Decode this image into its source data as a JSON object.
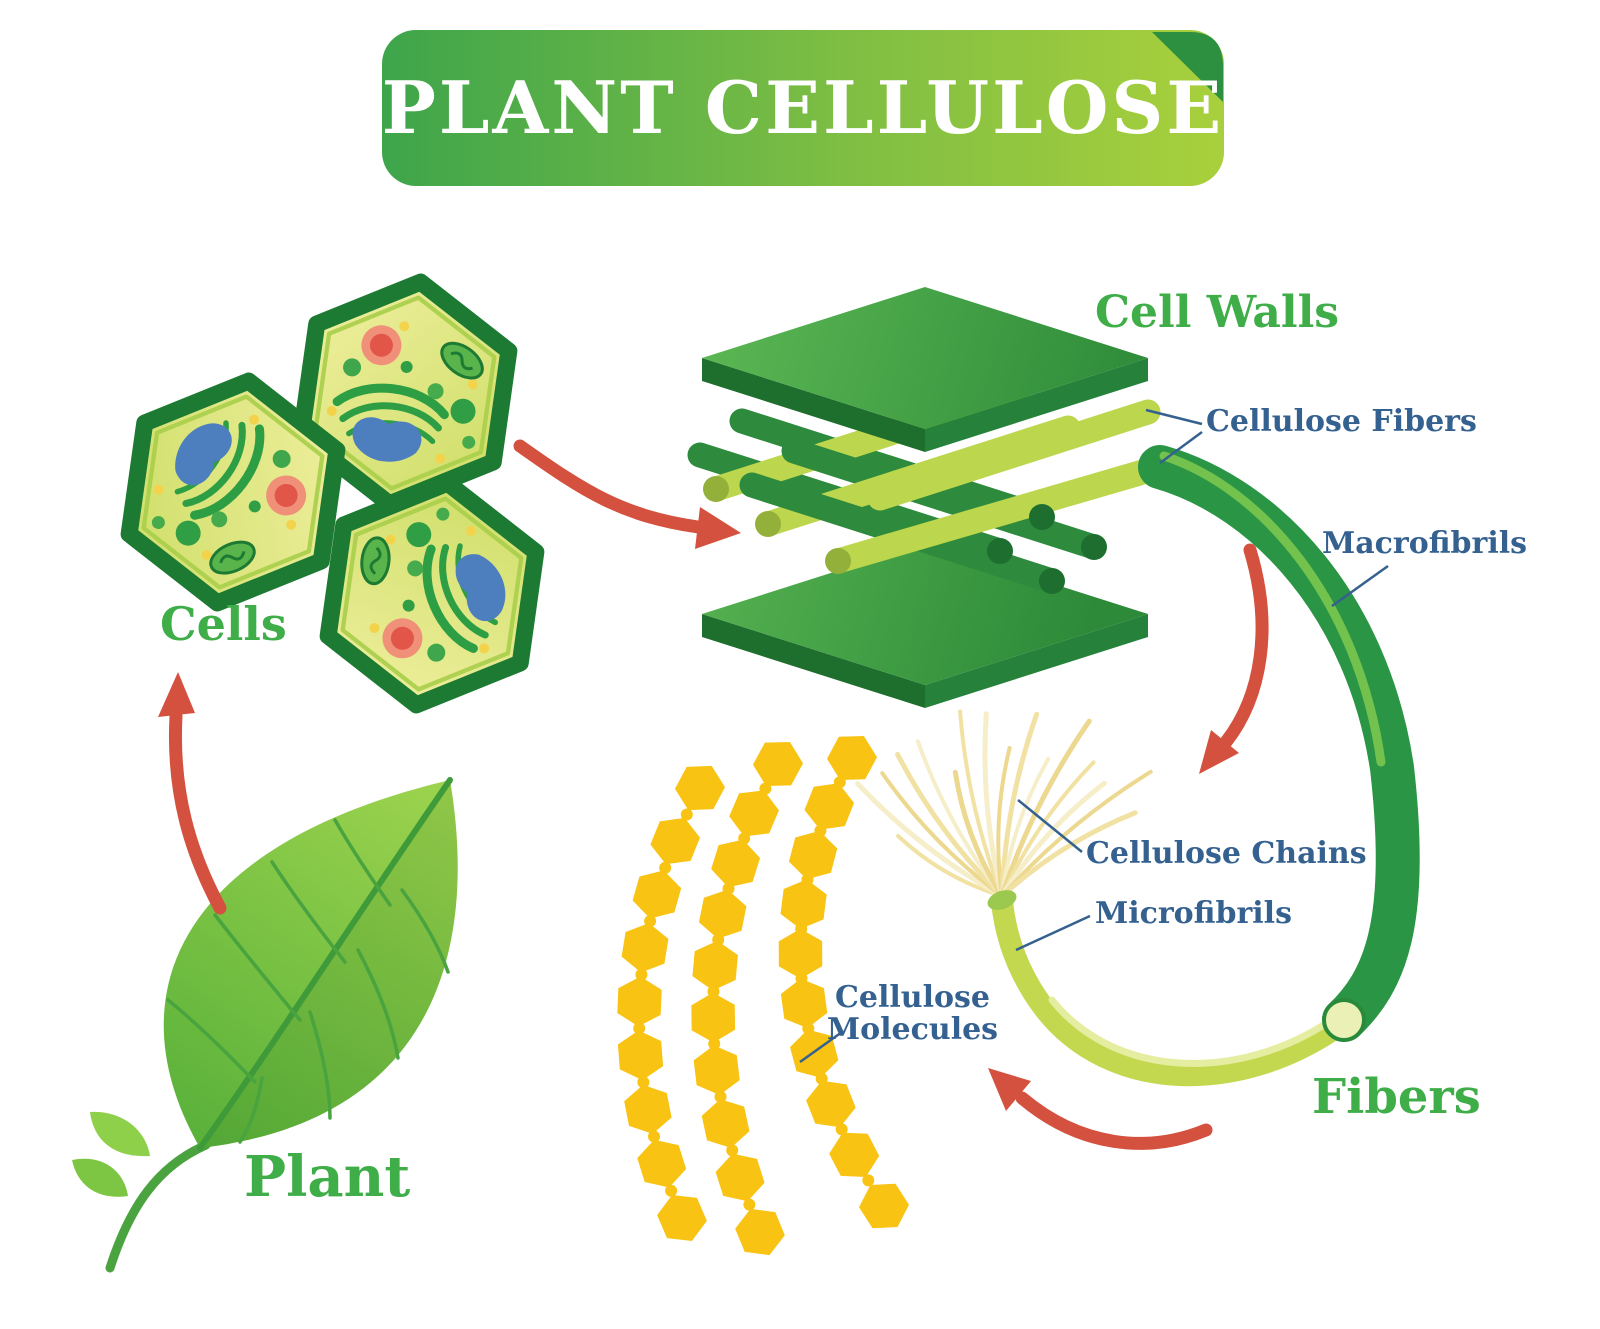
{
  "title": "PLANT CELLULOSE",
  "section_labels": {
    "cells": "Cells",
    "cell_walls": "Cell Walls",
    "fibers": "Fibers",
    "plant": "Plant"
  },
  "annotations": {
    "cellulose_fibers": "Cellulose Fibers",
    "macrofibrils": "Macrofibrils",
    "cellulose_chains": "Cellulose Chains",
    "microfibrils": "Microfibrils",
    "cellulose_molecules": "Cellulose\nMolecules"
  },
  "colors": {
    "banner_gradient_start": "#3ea54b",
    "banner_gradient_end": "#a9d03c",
    "heading_green": "#3fae49",
    "annotation_blue": "#34618f",
    "arrow_red": "#d5513f",
    "molecule_yellow": "#f8c313",
    "fiber_green": "#2a9545",
    "cell_border_green": "#1c7a33",
    "leaf_green": "#6cbf3e",
    "title_text": "#ffffff"
  }
}
